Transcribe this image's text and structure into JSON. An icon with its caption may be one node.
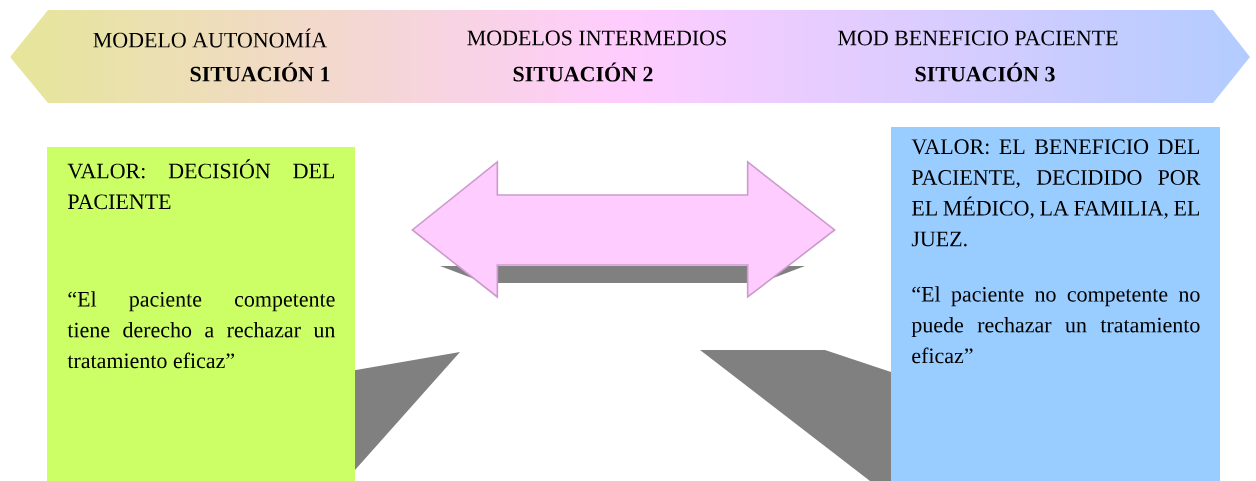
{
  "diagram": {
    "nodes": [
      {
        "text": [
          "MODELO AUTONOMÍA",
          "SITUACIÓN 1",
          "MODELOS INTERMEDIOS",
          "SITUACIÓN 2",
          "MOD BENEFICIO PACIENTE",
          "SITUACIÓN 3"
        ]
      },
      {
        "text": [
          "VALOR: DECISIÓN DEL PACIENTE",
          "“El paciente competente tiene derecho a rechazar un tratamiento eficaz”"
        ]
      },
      {
        "text": [
          "VALOR: EL BENEFICIO DEL PACIENTE, DECIDIDO POR EL MÉDICO, LA FAMILIA, EL JUEZ.",
          "“El paciente no competente no puede rechazar un tratamiento eficaz”"
        ]
      }
    ],
    "edges": [
      {
        "from": 1,
        "to": 2,
        "arrow": "both"
      }
    ]
  }
}
